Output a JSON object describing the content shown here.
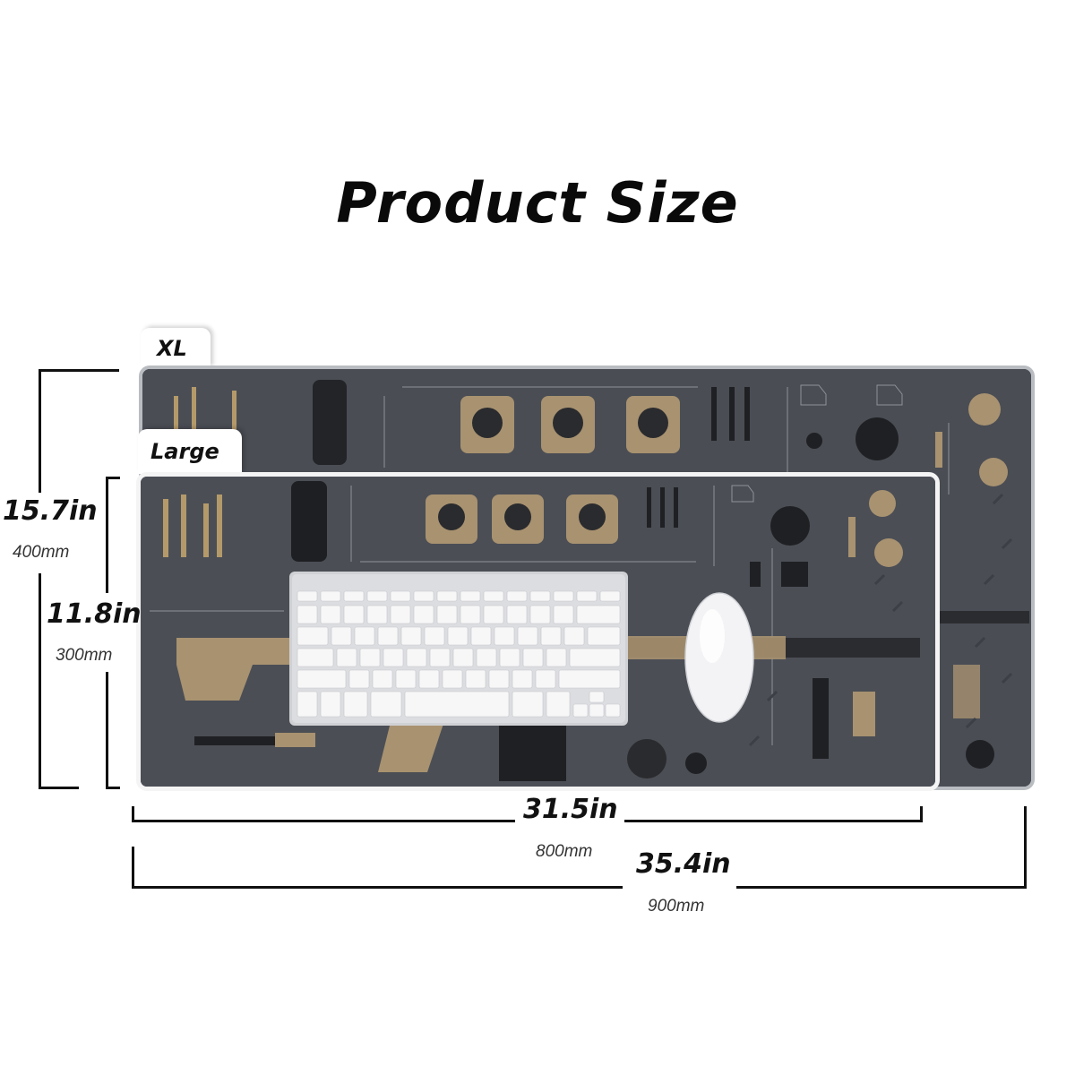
{
  "title": "Product Size",
  "sizes": {
    "xl": {
      "label": "XL",
      "height_in": "15.7in",
      "height_mm": "400mm",
      "width_in": "35.4in",
      "width_mm": "900mm"
    },
    "large": {
      "label": "Large",
      "height_in": "11.8in",
      "height_mm": "300mm",
      "width_in": "31.5in",
      "width_mm": "800mm"
    }
  },
  "colors": {
    "mat": "#4a4d54",
    "tan": "#a89270",
    "keyboard": "#d8d9dc",
    "text": "#111111"
  }
}
